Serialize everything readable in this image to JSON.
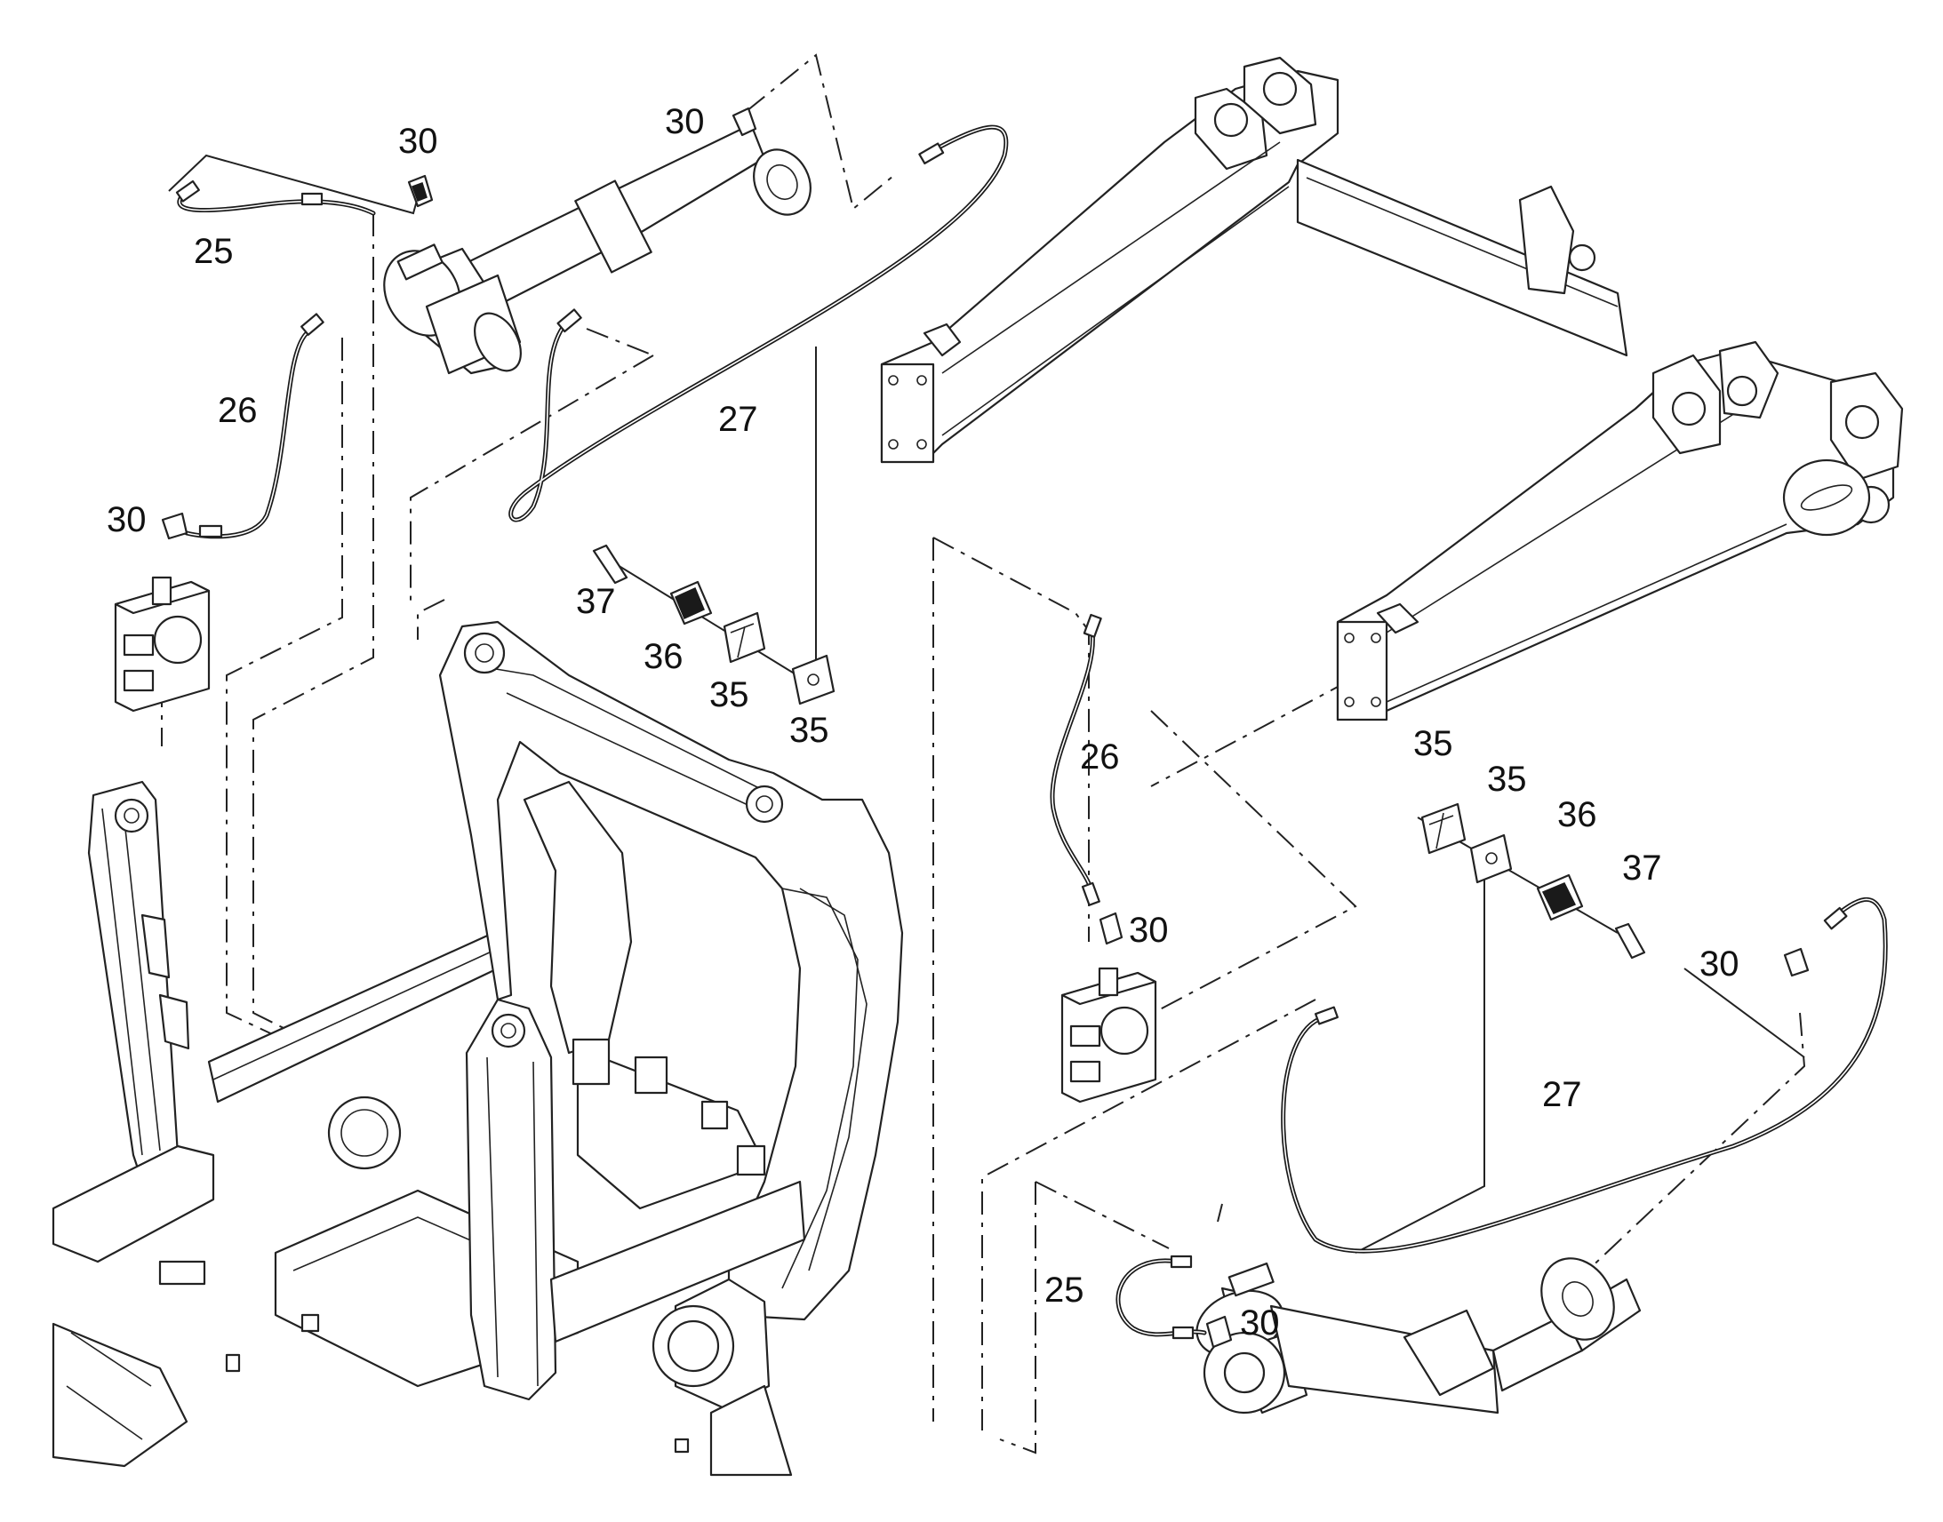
{
  "callouts": {
    "c30_top_left": "30",
    "c25_top_left": "25",
    "c30_top_cyl": "30",
    "c26_left": "26",
    "c27_top": "27",
    "c30_left_block": "30",
    "c37_left": "37",
    "c36_left": "36",
    "c35_left_a": "35",
    "c35_left_b": "35",
    "c26_center": "26",
    "c30_center_block": "30",
    "c35_right_a": "35",
    "c35_right_b": "35",
    "c36_right": "36",
    "c37_right": "37",
    "c30_right": "30",
    "c27_bottom": "27",
    "c25_bottom": "25",
    "c30_bottom": "30"
  },
  "colors": {
    "line": "#222222",
    "background": "#ffffff"
  }
}
